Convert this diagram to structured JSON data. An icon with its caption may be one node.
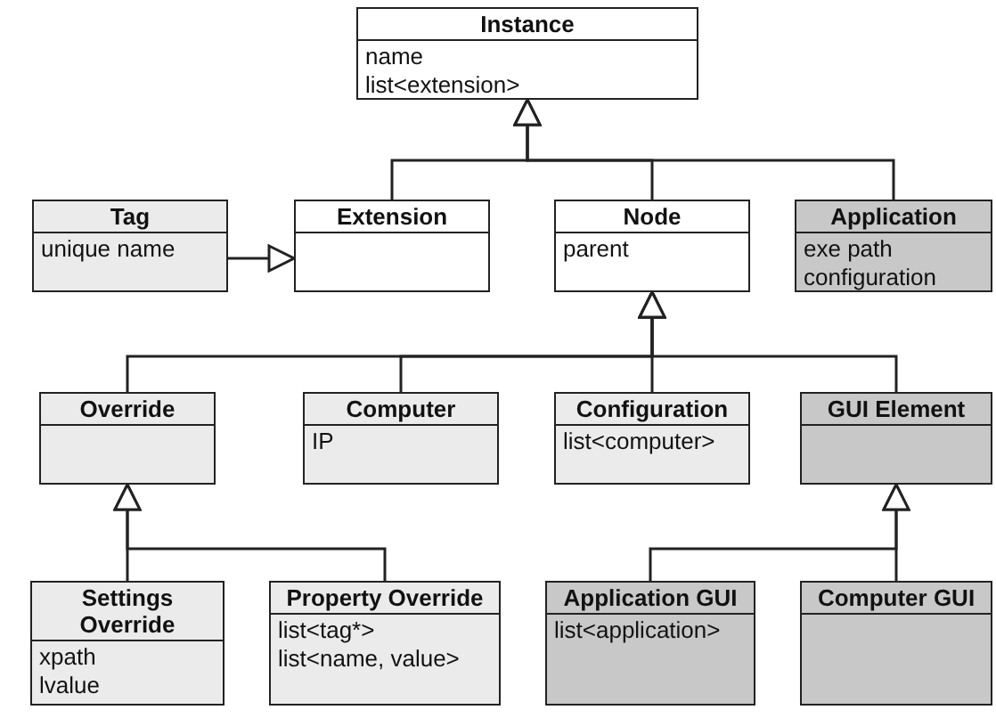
{
  "diagram": {
    "nodes": [
      {
        "text": [
          "Instance",
          "name",
          "list<extension>"
        ]
      },
      {
        "text": [
          "Tag",
          "unique name"
        ]
      },
      {
        "text": [
          "Extension"
        ]
      },
      {
        "text": [
          "Node",
          "parent"
        ]
      },
      {
        "text": [
          "Application",
          "exe path",
          "configuration"
        ]
      },
      {
        "text": [
          "Override"
        ]
      },
      {
        "text": [
          "Computer",
          "IP"
        ]
      },
      {
        "text": [
          "Configuration",
          "list<computer>"
        ]
      },
      {
        "text": [
          "GUI Element"
        ]
      },
      {
        "text": [
          "Settings Override",
          "xpath",
          "lvalue"
        ]
      },
      {
        "text": [
          "Property Override",
          "list<tag*>",
          "list<name, value>"
        ]
      },
      {
        "text": [
          "Application GUI",
          "list<application>"
        ]
      },
      {
        "text": [
          "Computer GUI"
        ]
      }
    ],
    "edges": [
      {
        "from": 2,
        "to": 0,
        "arrow": "to"
      },
      {
        "from": 3,
        "to": 0,
        "arrow": "to"
      },
      {
        "from": 4,
        "to": 0,
        "arrow": "to"
      },
      {
        "from": 1,
        "to": 2,
        "arrow": "to"
      },
      {
        "from": 5,
        "to": 3,
        "arrow": "to"
      },
      {
        "from": 6,
        "to": 3,
        "arrow": "to"
      },
      {
        "from": 7,
        "to": 3,
        "arrow": "to"
      },
      {
        "from": 8,
        "to": 3,
        "arrow": "to"
      },
      {
        "from": 9,
        "to": 5,
        "arrow": "to"
      },
      {
        "from": 10,
        "to": 5,
        "arrow": "to"
      },
      {
        "from": 11,
        "to": 8,
        "arrow": "to"
      },
      {
        "from": 12,
        "to": 8,
        "arrow": "to"
      }
    ]
  }
}
